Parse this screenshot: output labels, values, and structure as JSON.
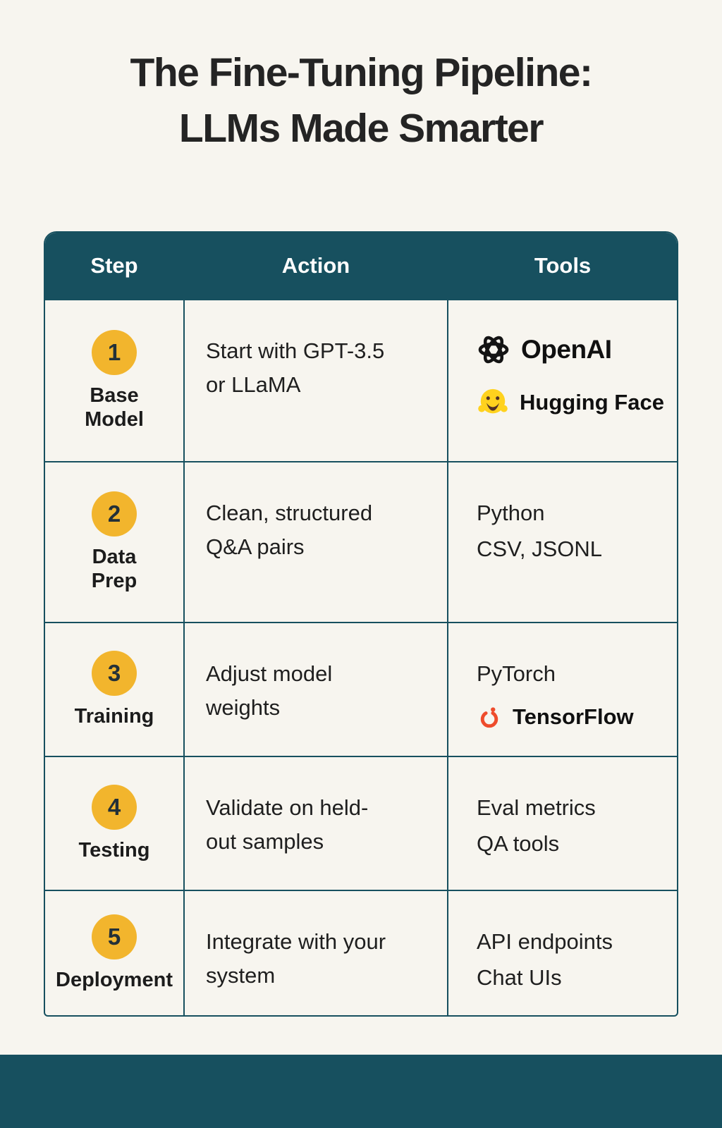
{
  "title": {
    "line1": "The Fine-Tuning Pipeline:",
    "line2": "LLMs Made Smarter"
  },
  "table": {
    "headers": {
      "step": "Step",
      "action": "Action",
      "tools": "Tools"
    },
    "rows": [
      {
        "num": "1",
        "label": "Base\nModel",
        "action": "Start with GPT-3.5\nor LLaMA",
        "tools": [
          "OpenAI",
          "Hugging Face"
        ]
      },
      {
        "num": "2",
        "label": "Data\nPrep",
        "action": "Clean, structured\nQ&A pairs",
        "tools": [
          "Python",
          "CSV, JSONL"
        ]
      },
      {
        "num": "3",
        "label": "Training",
        "action": "Adjust model\nweights",
        "tools": [
          "PyTorch",
          "TensorFlow"
        ]
      },
      {
        "num": "4",
        "label": "Testing",
        "action": "Validate on held-\nout samples",
        "tools": [
          "Eval metrics",
          "QA tools"
        ]
      },
      {
        "num": "5",
        "label": "Deployment",
        "action": "Integrate with your\nsystem",
        "tools": [
          "API endpoints",
          "Chat UIs"
        ]
      }
    ]
  },
  "icons": {
    "openai": "openai-icon",
    "hugging_face": "hugging-face-icon",
    "pytorch_flame": "pytorch-flame-icon"
  },
  "colors": {
    "teal": "#17505f",
    "badge_yellow": "#f2b52d",
    "background": "#f7f5ef",
    "text": "#212121",
    "pytorch_orange": "#ee4c2c",
    "hf_yellow": "#ffd21e"
  }
}
